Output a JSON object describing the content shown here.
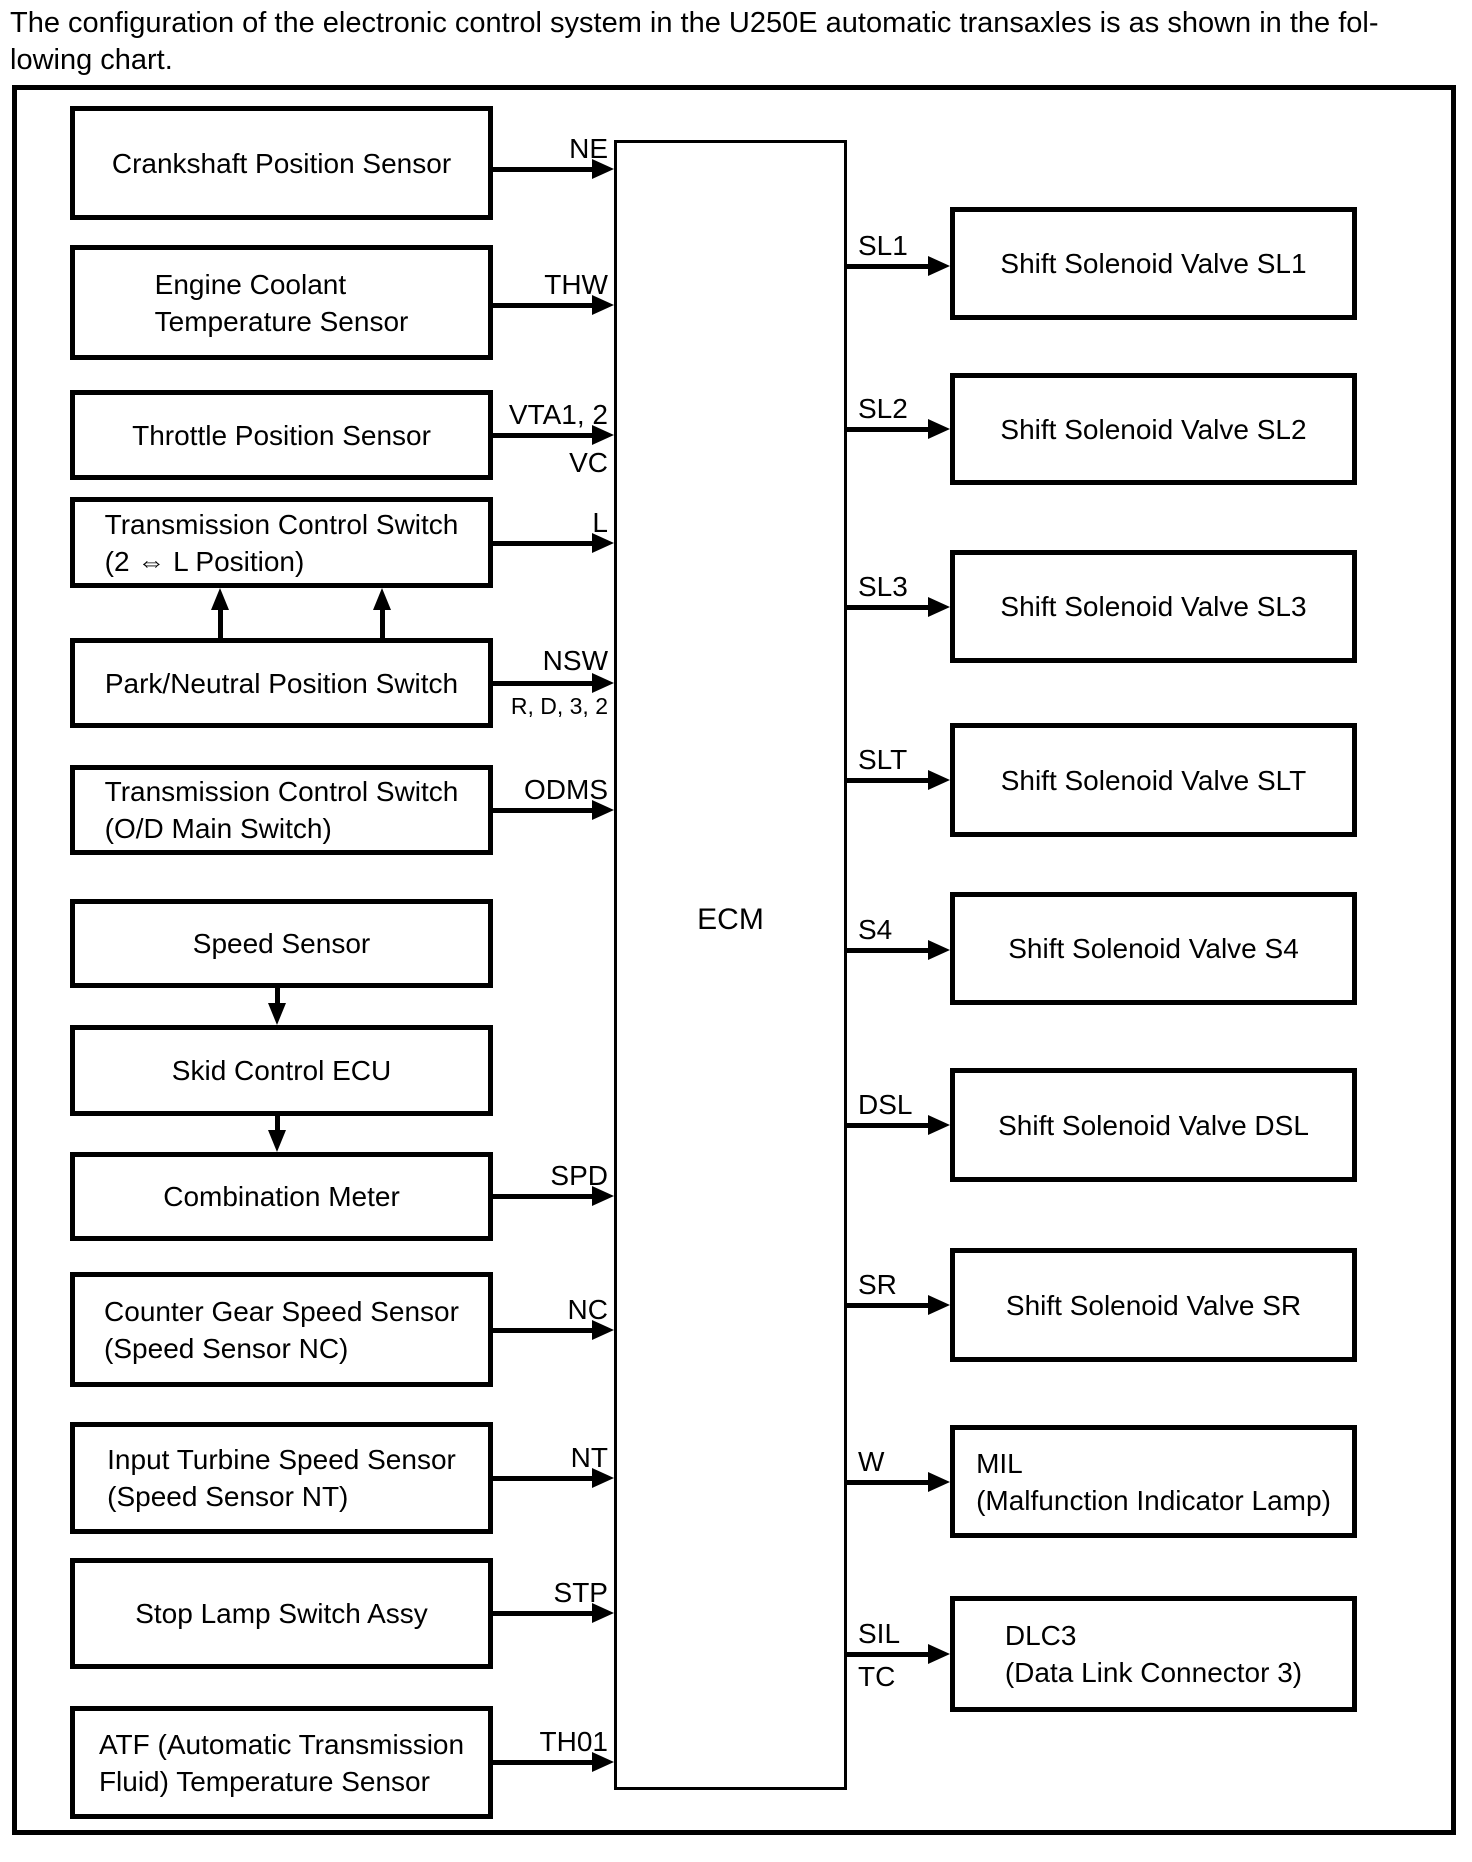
{
  "header": {
    "line1": "The configuration of the electronic control system in the U250E automatic transaxles is as shown in the fol-",
    "line2": "lowing chart."
  },
  "diagram": {
    "ecm_label": "ECM",
    "inputs": [
      {
        "label": [
          "Crankshaft Position Sensor"
        ],
        "signal": "NE"
      },
      {
        "label": [
          "Engine Coolant",
          "Temperature Sensor"
        ],
        "signal": "THW"
      },
      {
        "label": [
          "Throttle Position Sensor"
        ],
        "signal": "VTA1, 2",
        "signal_below": "VC"
      },
      {
        "label": [
          "Transmission Control Switch",
          "(2 ⇔ L Position)"
        ],
        "signal": "L"
      },
      {
        "label": [
          "Park/Neutral Position Switch"
        ],
        "signal": "NSW",
        "signal_below": "R, D, 3, 2"
      },
      {
        "label": [
          "Transmission Control Switch",
          "(O/D Main Switch)"
        ],
        "signal": "ODMS"
      },
      {
        "label": [
          "Speed Sensor"
        ]
      },
      {
        "label": [
          "Skid Control ECU"
        ]
      },
      {
        "label": [
          "Combination Meter"
        ],
        "signal": "SPD"
      },
      {
        "label": [
          "Counter Gear Speed Sensor",
          "(Speed Sensor NC)"
        ],
        "signal": "NC"
      },
      {
        "label": [
          "Input Turbine Speed Sensor",
          "(Speed Sensor NT)"
        ],
        "signal": "NT"
      },
      {
        "label": [
          "Stop Lamp Switch Assy"
        ],
        "signal": "STP"
      },
      {
        "label": [
          "ATF (Automatic Transmission",
          "Fluid) Temperature Sensor"
        ],
        "signal": "TH01"
      }
    ],
    "outputs": [
      {
        "signal": "SL1",
        "label": [
          "Shift Solenoid Valve SL1"
        ]
      },
      {
        "signal": "SL2",
        "label": [
          "Shift Solenoid Valve SL2"
        ]
      },
      {
        "signal": "SL3",
        "label": [
          "Shift Solenoid Valve SL3"
        ]
      },
      {
        "signal": "SLT",
        "label": [
          "Shift Solenoid Valve SLT"
        ]
      },
      {
        "signal": "S4",
        "label": [
          "Shift Solenoid Valve S4"
        ]
      },
      {
        "signal": "DSL",
        "label": [
          "Shift Solenoid Valve DSL"
        ]
      },
      {
        "signal": "SR",
        "label": [
          "Shift Solenoid Valve SR"
        ]
      },
      {
        "signal": "W",
        "label": [
          "MIL",
          "(Malfunction Indicator Lamp)"
        ]
      },
      {
        "signal": "SIL",
        "signal_below": "TC",
        "label": [
          "DLC3",
          "(Data Link Connector 3)"
        ]
      }
    ]
  }
}
